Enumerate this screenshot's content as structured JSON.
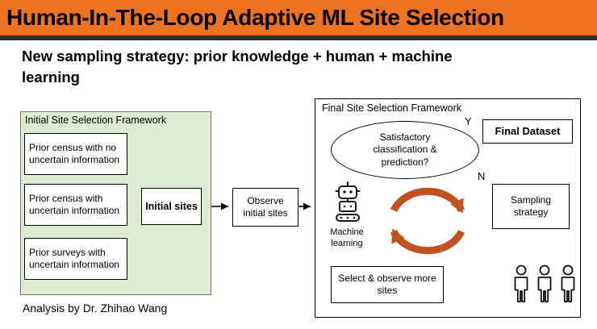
{
  "banner": {
    "title": "Human-In-The-Loop Adaptive ML Site Selection"
  },
  "subtitle": "New sampling strategy:  prior knowledge + human + machine learning",
  "initial_framework": {
    "title": "Initial Site Selection Framework",
    "inputs": [
      "Prior census with no uncertain information",
      "Prior census with uncertain information",
      "Prior surveys with uncertain information"
    ],
    "initial_sites": "Initial sites"
  },
  "observe_box": "Observe initial sites",
  "final_framework": {
    "title": "Final Site Selection Framework",
    "decision": "Satisfactory classification & prediction?",
    "yes_label": "Y",
    "no_label": "N",
    "final_dataset": "Final Dataset",
    "sampling_strategy": "Sampling strategy",
    "machine_learning": "Machine learning",
    "select_observe": "Select & observe more sites"
  },
  "footer": "Analysis by Dr. Zhihao Wang",
  "colors": {
    "banner_bg": "#ED7323",
    "banner_rule": "#33302B",
    "panel_green": "#DDEBD3",
    "cycle_orange": "#C0531F"
  },
  "icons": {
    "robot": "robot-icon",
    "people": "people-group-icon",
    "loop": "feedback-loop-icon"
  }
}
